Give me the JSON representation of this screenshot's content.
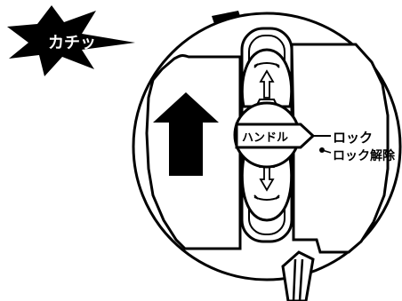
{
  "diagram": {
    "burst_text": "カチッ",
    "handle_label": "ハンドル",
    "lock_label": "ロック",
    "unlock_label": "ロック解除"
  },
  "colors": {
    "ink": "#000000",
    "paper": "#ffffff"
  },
  "icons": [
    "starburst-icon",
    "up-arrow-icon",
    "small-up-arrow-icon",
    "small-down-arrow-icon",
    "pointer-arrow-icon"
  ]
}
